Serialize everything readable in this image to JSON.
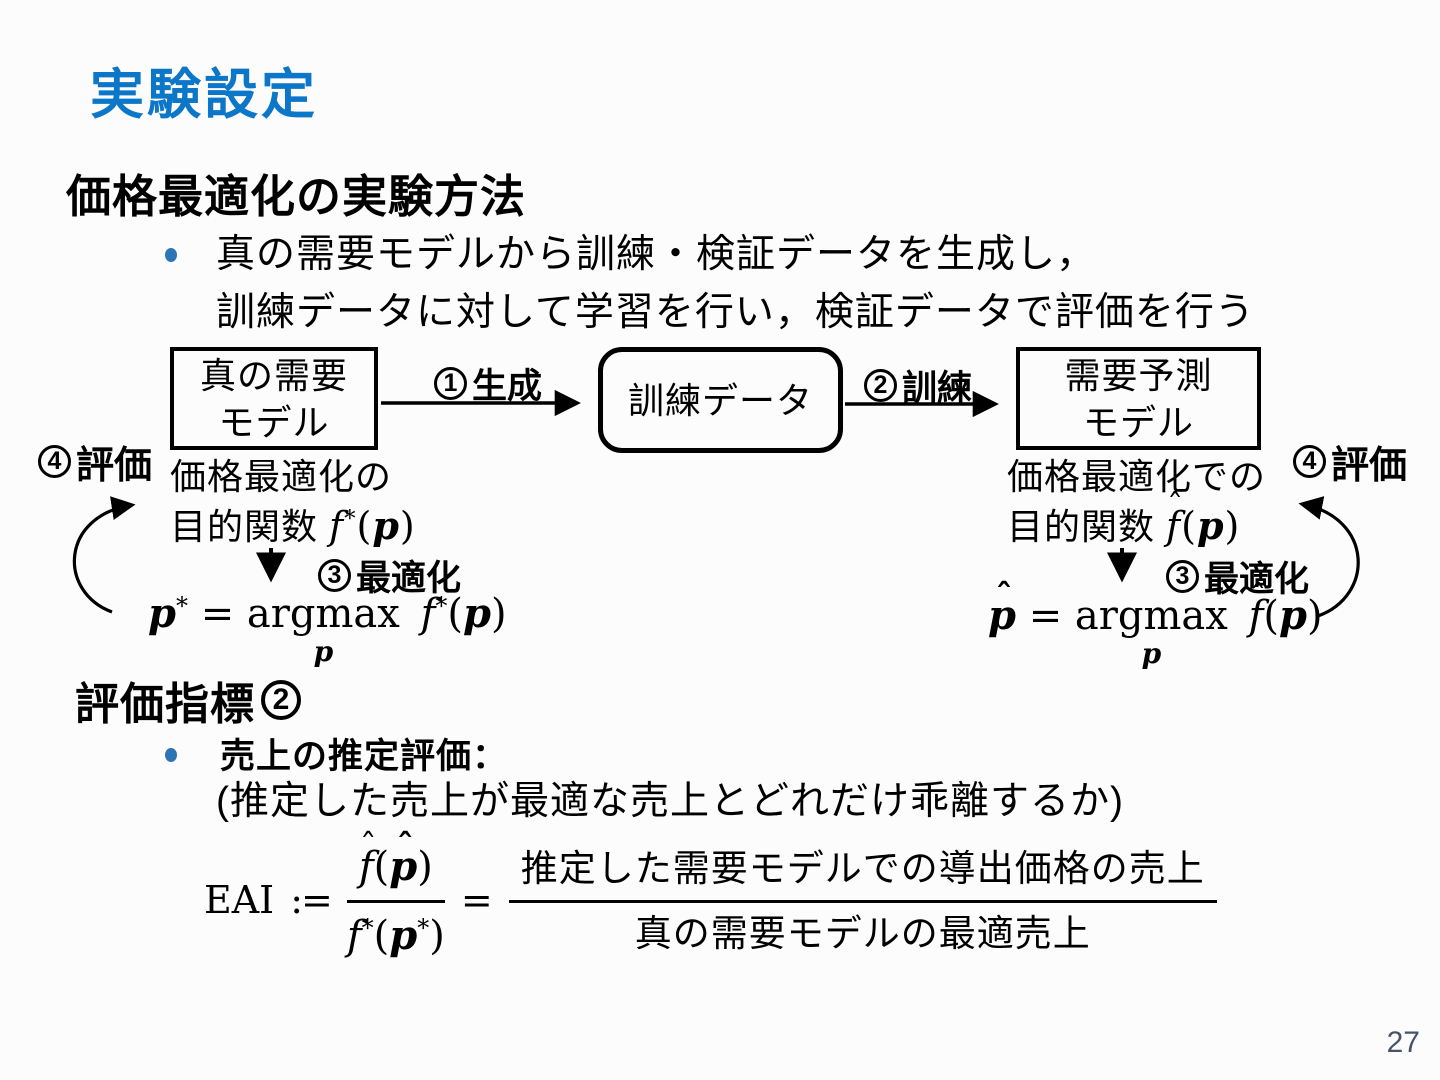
{
  "slide": {
    "title": "実験設定",
    "page_number": "27",
    "colors": {
      "title_blue": "#0C76C8",
      "bullet_blue": "#2E75B6",
      "page_number_color": "#44546A"
    }
  },
  "section_method": {
    "heading": "価格最適化の実験方法",
    "bullet_line1": "真の需要モデルから訓練・検証データを生成し，",
    "bullet_line2": "訓練データに対して学習を行い，検証データで評価を行う"
  },
  "diagram": {
    "box_true": {
      "line1": "真の需要",
      "line2": "モデル"
    },
    "box_train": {
      "label": "訓練データ"
    },
    "box_pred": {
      "line1": "需要予測",
      "line2": "モデル"
    },
    "step_generate": {
      "num": "1",
      "label": "生成"
    },
    "step_train": {
      "num": "2",
      "label": "訓練"
    },
    "step_optimize": {
      "num": "3",
      "label": "最適化"
    },
    "step_evaluate": {
      "num": "4",
      "label": "評価"
    },
    "caption_left": {
      "line1": "価格最適化の",
      "line2_prefix": "目的関数"
    },
    "caption_right": {
      "line1": "価格最適化での",
      "line2_prefix": "目的関数"
    },
    "math": {
      "f": "f",
      "p": "p",
      "star": "*",
      "hat": "ˆ",
      "argmax": "argmax",
      "equals": "=",
      "lparen": "(",
      "rparen": ")"
    }
  },
  "section_metric": {
    "heading_text": "評価指標",
    "heading_num": "2",
    "bullet_bold": "売上の推定評価：",
    "bullet_note": "(推定した売上が最適な売上とどれだけ乖離するか)"
  },
  "eai": {
    "lhs": "EAI",
    "defeq": ":=",
    "equals": "=",
    "numerator_text": "推定した需要モデルでの導出価格の売上",
    "denominator_text": "真の需要モデルの最適売上"
  }
}
